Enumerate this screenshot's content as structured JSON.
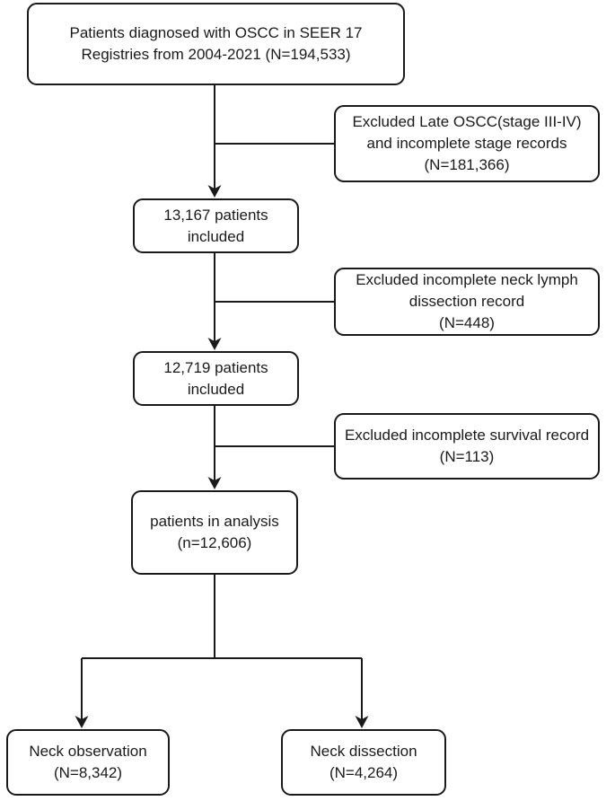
{
  "figure": {
    "background_color": "#ffffff",
    "ink_color": "#1a1a1a",
    "box_fill_color": "#ffffff"
  },
  "flowchart": {
    "main_boxes": [
      {
        "id": "source",
        "lines": [
          "Patients diagnosed with OSCC in SEER 17",
          "Registries from 2004-2021 (N=194,533)"
        ]
      },
      {
        "id": "included-13167",
        "lines": [
          "13,167 patients",
          "included"
        ]
      },
      {
        "id": "included-12719",
        "lines": [
          "12,719 patients",
          "included"
        ]
      },
      {
        "id": "analysis",
        "lines": [
          "patients in analysis",
          "(n=12,606)"
        ]
      }
    ],
    "exclusion_boxes": [
      {
        "id": "excluded-late-stage",
        "lines": [
          "Excluded Late OSCC(stage III-IV)",
          "and incomplete stage records",
          "(N=181,366)"
        ]
      },
      {
        "id": "excluded-neck-dissection-record",
        "lines": [
          "Excluded incomplete neck lymph",
          "dissection record",
          "(N=448)"
        ]
      },
      {
        "id": "excluded-survival-record",
        "lines": [
          "Excluded incomplete survival record",
          "(N=113)"
        ]
      }
    ],
    "outcome_boxes": [
      {
        "id": "neck-observation",
        "lines": [
          "Neck observation",
          "(N=8,342)"
        ]
      },
      {
        "id": "neck-dissection",
        "lines": [
          "Neck dissection",
          "(N=4,264)"
        ]
      }
    ]
  }
}
